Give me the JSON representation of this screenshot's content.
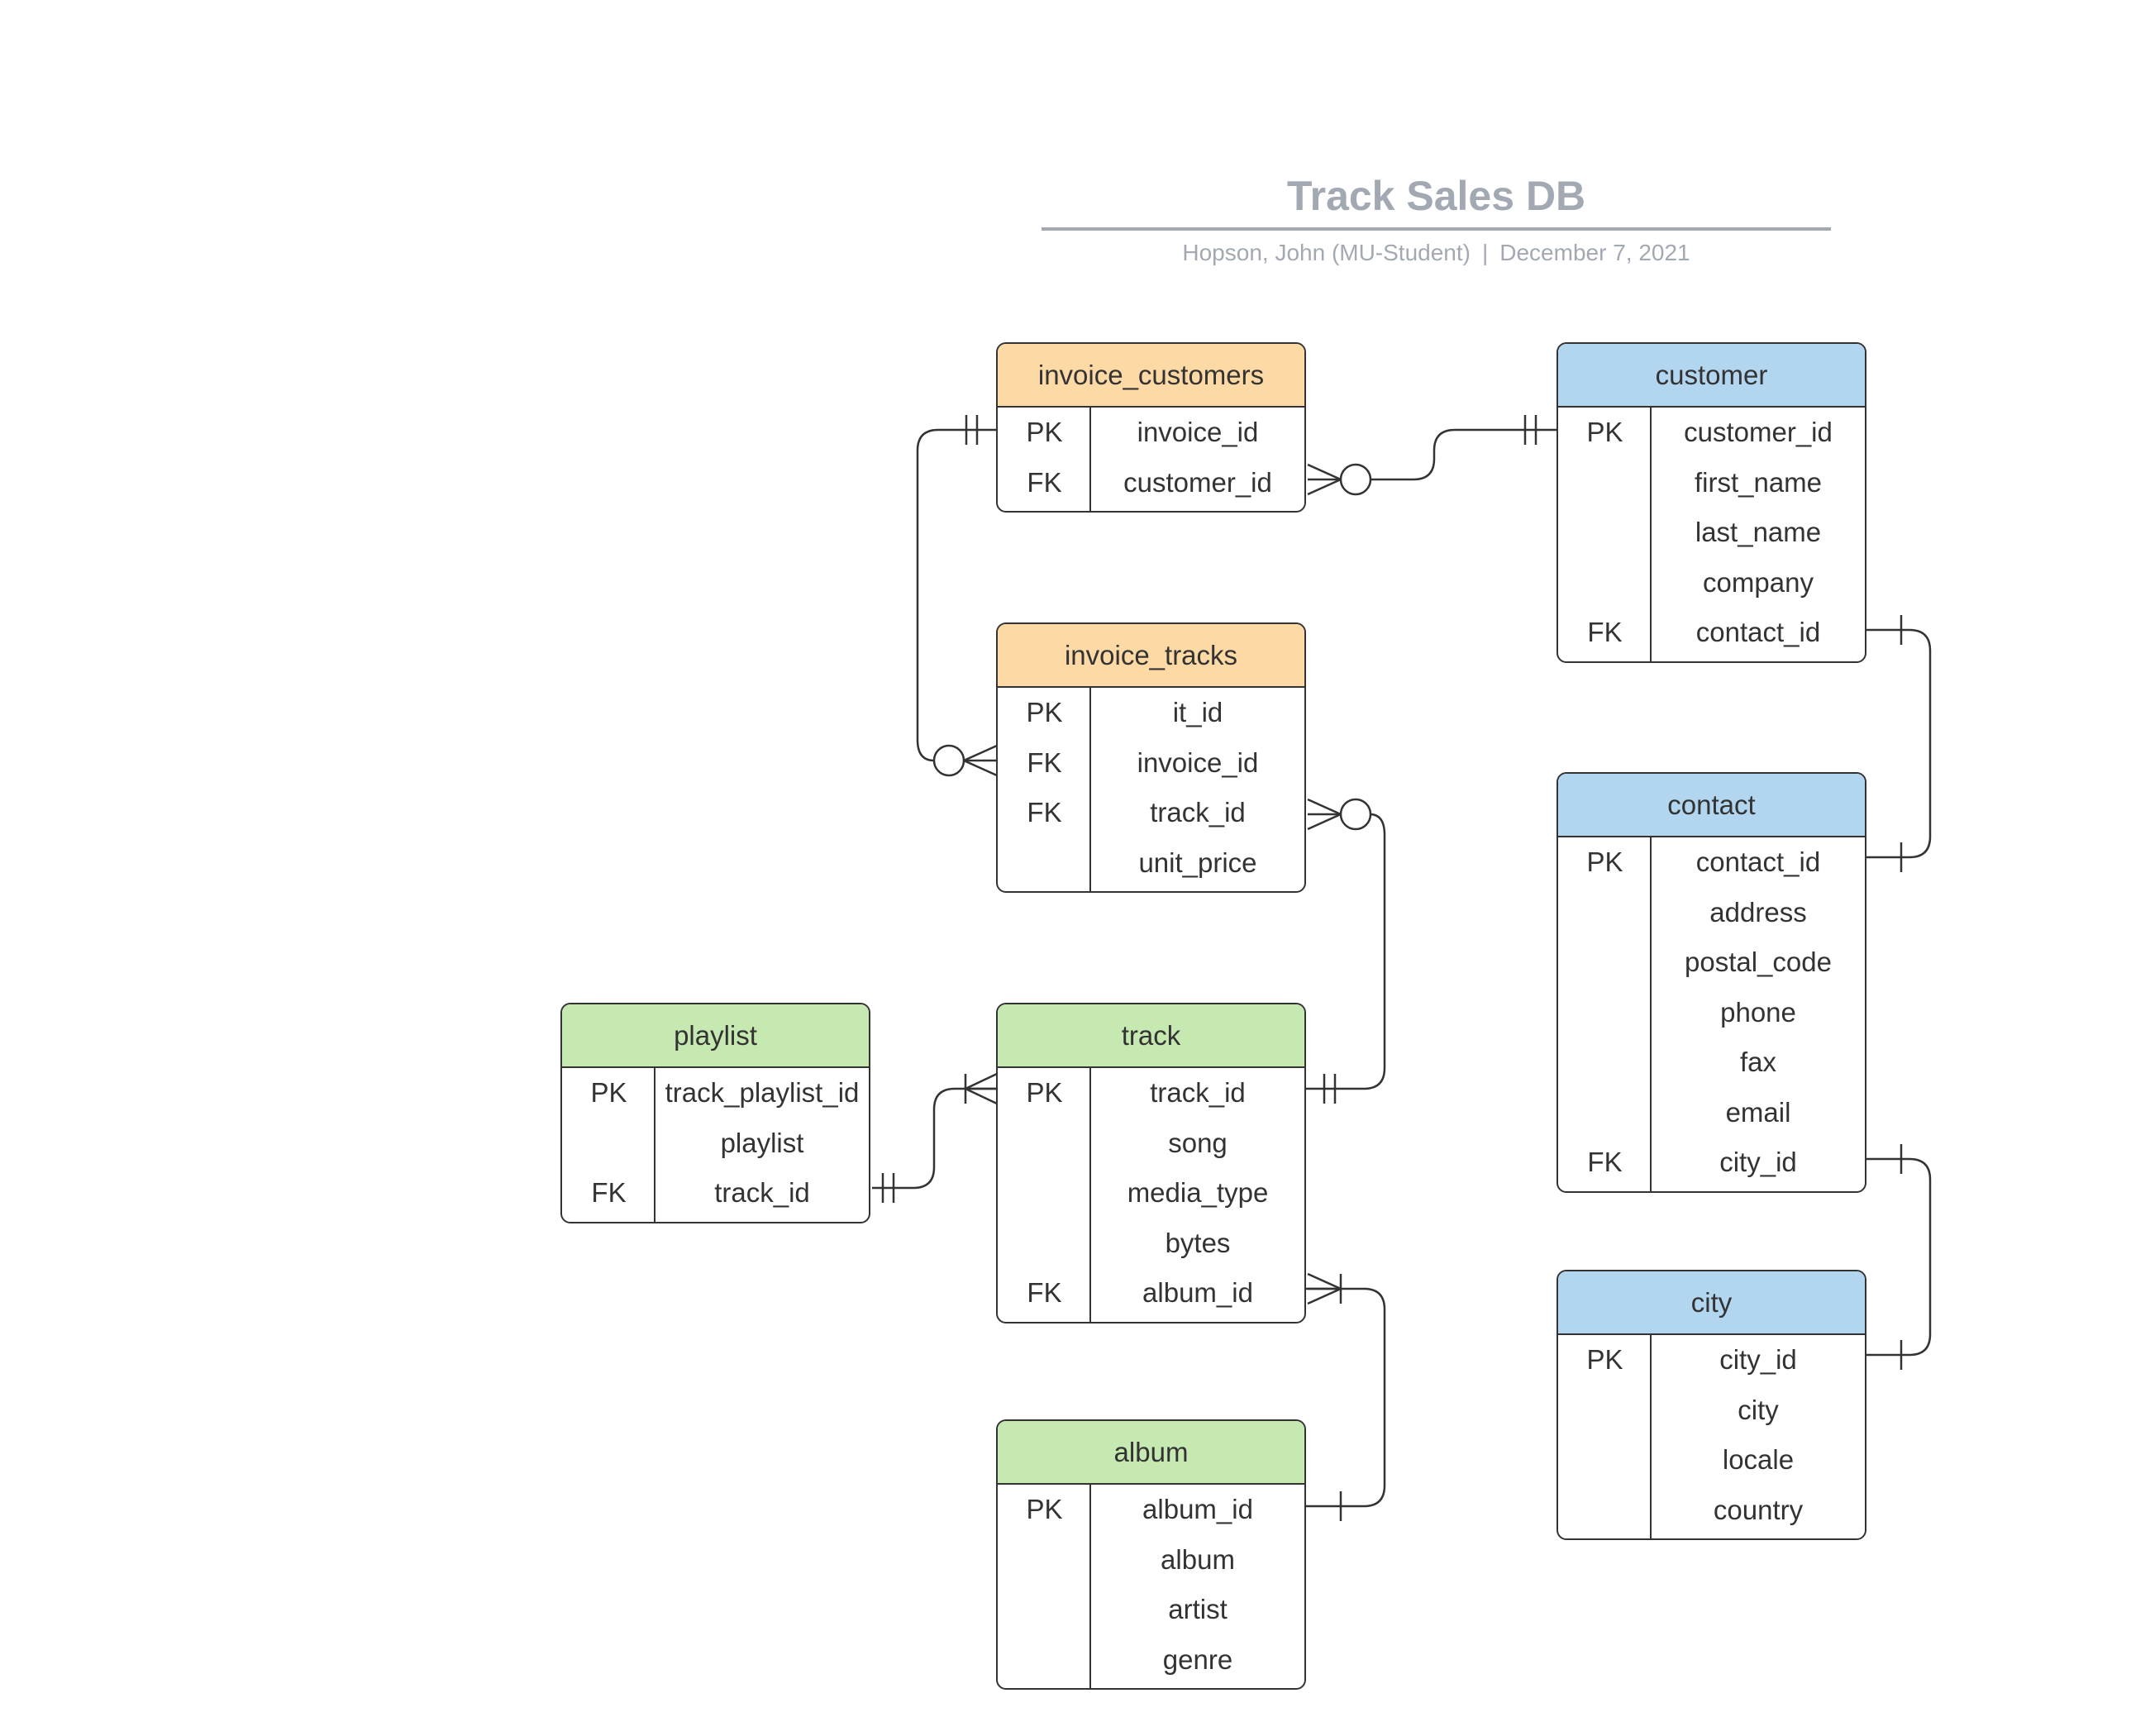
{
  "header": {
    "title": "Track Sales DB",
    "author": "Hopson, John (MU-Student)",
    "separator": "|",
    "date": "December 7, 2021"
  },
  "colors": {
    "fact_tables": "#fdd9a5",
    "customer_tables": "#b3d6f0",
    "track_tables": "#c6e8b1",
    "lines": "#333333",
    "title": "#a3a9b3"
  },
  "entities": {
    "invoice_customers": {
      "name": "invoice_customers",
      "rows": [
        {
          "key": "PK",
          "field": "invoice_id"
        },
        {
          "key": "FK",
          "field": "customer_id"
        }
      ]
    },
    "customer": {
      "name": "customer",
      "rows": [
        {
          "key": "PK",
          "field": "customer_id"
        },
        {
          "key": "",
          "field": "first_name"
        },
        {
          "key": "",
          "field": "last_name"
        },
        {
          "key": "",
          "field": "company"
        },
        {
          "key": "FK",
          "field": "contact_id"
        }
      ]
    },
    "invoice_tracks": {
      "name": "invoice_tracks",
      "rows": [
        {
          "key": "PK",
          "field": "it_id"
        },
        {
          "key": "FK",
          "field": "invoice_id"
        },
        {
          "key": "FK",
          "field": "track_id"
        },
        {
          "key": "",
          "field": "unit_price"
        }
      ]
    },
    "contact": {
      "name": "contact",
      "rows": [
        {
          "key": "PK",
          "field": "contact_id"
        },
        {
          "key": "",
          "field": "address"
        },
        {
          "key": "",
          "field": "postal_code"
        },
        {
          "key": "",
          "field": "phone"
        },
        {
          "key": "",
          "field": "fax"
        },
        {
          "key": "",
          "field": "email"
        },
        {
          "key": "FK",
          "field": "city_id"
        }
      ]
    },
    "playlist": {
      "name": "playlist",
      "rows": [
        {
          "key": "PK",
          "field": "track_playlist_id"
        },
        {
          "key": "",
          "field": "playlist"
        },
        {
          "key": "FK",
          "field": "track_id"
        }
      ]
    },
    "track": {
      "name": "track",
      "rows": [
        {
          "key": "PK",
          "field": "track_id"
        },
        {
          "key": "",
          "field": "song"
        },
        {
          "key": "",
          "field": "media_type"
        },
        {
          "key": "",
          "field": "bytes"
        },
        {
          "key": "FK",
          "field": "album_id"
        }
      ]
    },
    "city": {
      "name": "city",
      "rows": [
        {
          "key": "PK",
          "field": "city_id"
        },
        {
          "key": "",
          "field": "city"
        },
        {
          "key": "",
          "field": "locale"
        },
        {
          "key": "",
          "field": "country"
        }
      ]
    },
    "album": {
      "name": "album",
      "rows": [
        {
          "key": "PK",
          "field": "album_id"
        },
        {
          "key": "",
          "field": "album"
        },
        {
          "key": "",
          "field": "artist"
        },
        {
          "key": "",
          "field": "genre"
        }
      ]
    }
  }
}
